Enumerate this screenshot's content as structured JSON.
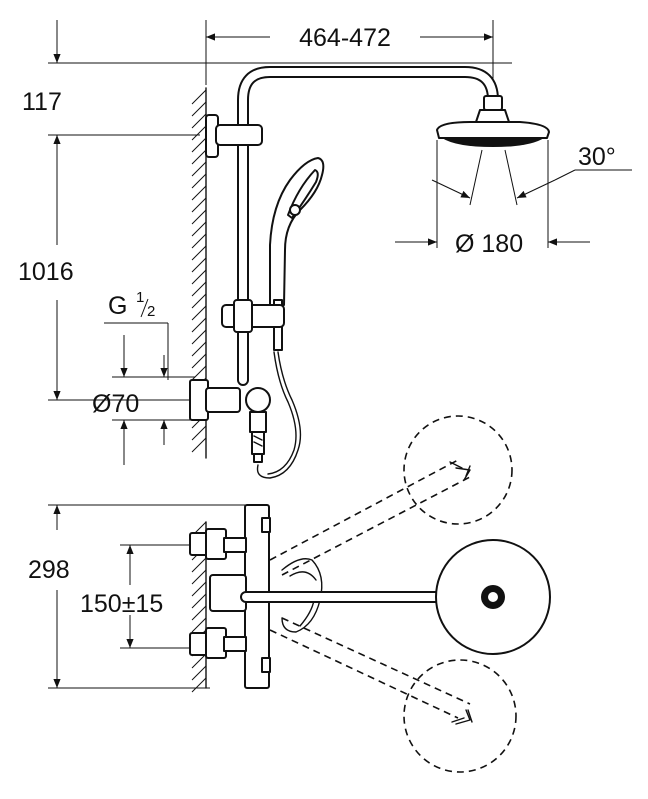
{
  "dimensions": {
    "arm_length": "464-472",
    "height_117": "117",
    "height_1016": "1016",
    "thread_prefix": "G",
    "thread_num": "1",
    "thread_den": "2",
    "diameter_70": "Ø70",
    "angle": "30°",
    "head_diameter": "Ø 180",
    "height_298": "298",
    "spacing": "150±15"
  }
}
